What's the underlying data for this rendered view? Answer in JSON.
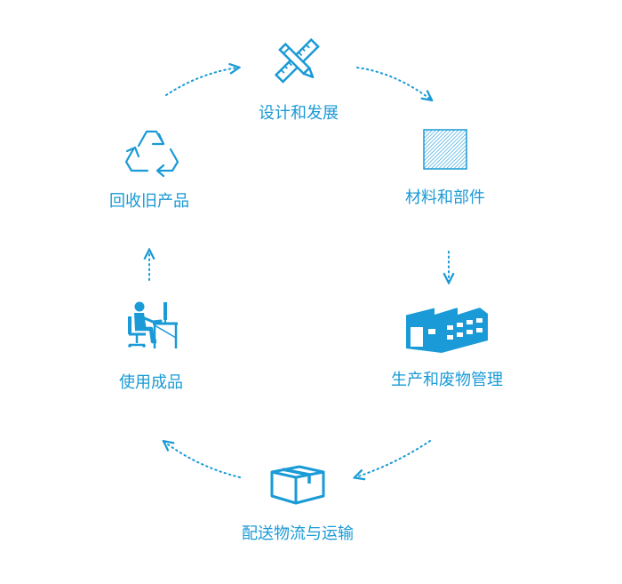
{
  "diagram": {
    "accent_color": "#1a9ad6",
    "stages": [
      {
        "label": "设计和发展",
        "icon": "ruler-pencil-icon"
      },
      {
        "label": "材料和部件",
        "icon": "material-swatch-icon"
      },
      {
        "label": "生产和废物管理",
        "icon": "factory-icon"
      },
      {
        "label": "配送物流与运输",
        "icon": "package-box-icon"
      },
      {
        "label": "使用成品",
        "icon": "person-at-computer-icon"
      },
      {
        "label": "回收旧产品",
        "icon": "recycle-icon"
      }
    ]
  }
}
